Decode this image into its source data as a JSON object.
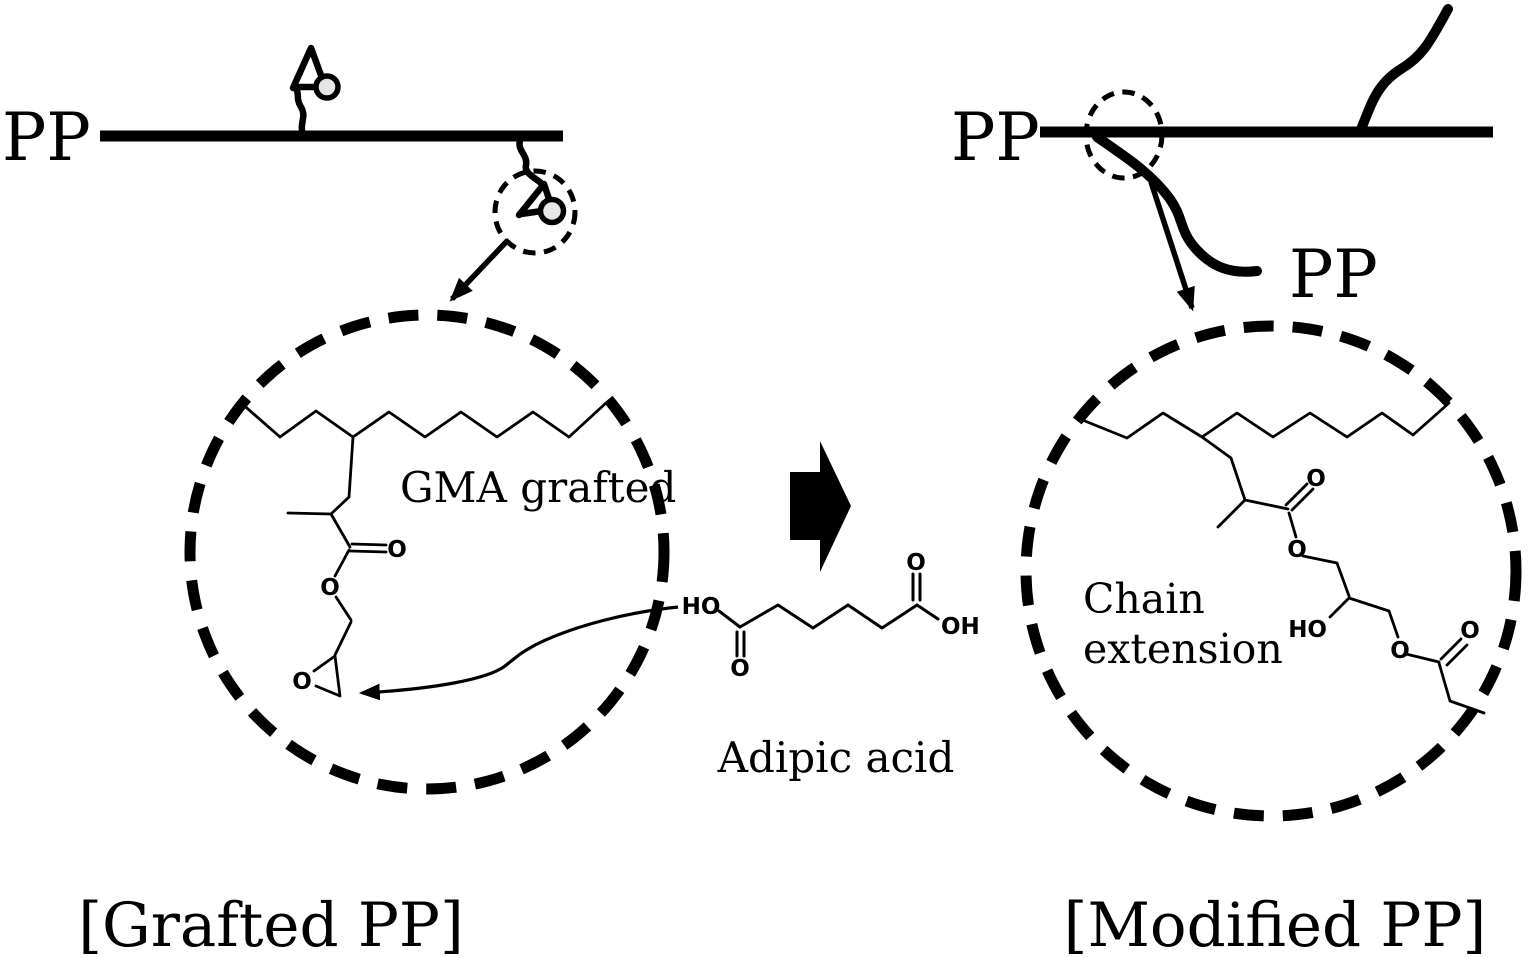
{
  "colors": {
    "ink": "#000000",
    "background": "#ffffff",
    "bead_fill": "#e6e6e6"
  },
  "grafted_pp": {
    "backbone_label": "PP",
    "zoom_label": "GMA grafted",
    "caption": "[Grafted PP]",
    "atoms": {
      "carbonyl_o": "O",
      "ester_o": "O",
      "epoxide_o": "O"
    }
  },
  "reaction": {
    "reagent_name": "Adipic acid",
    "atoms": {
      "hydroxyl_left": "HO",
      "carbonyl_o_left": "O",
      "carbonyl_o_right": "O",
      "hydroxyl_right": "OH"
    }
  },
  "modified_pp": {
    "backbone_label": "PP",
    "chain_end_label": "PP",
    "zoom_label_line1": "Chain",
    "zoom_label_line2": "extension",
    "caption": "[Modified PP]",
    "atoms": {
      "carbonyl_o1": "O",
      "ester_o1": "O",
      "hydroxyl": "HO",
      "ester_o2": "O",
      "carbonyl_o2": "O"
    }
  }
}
